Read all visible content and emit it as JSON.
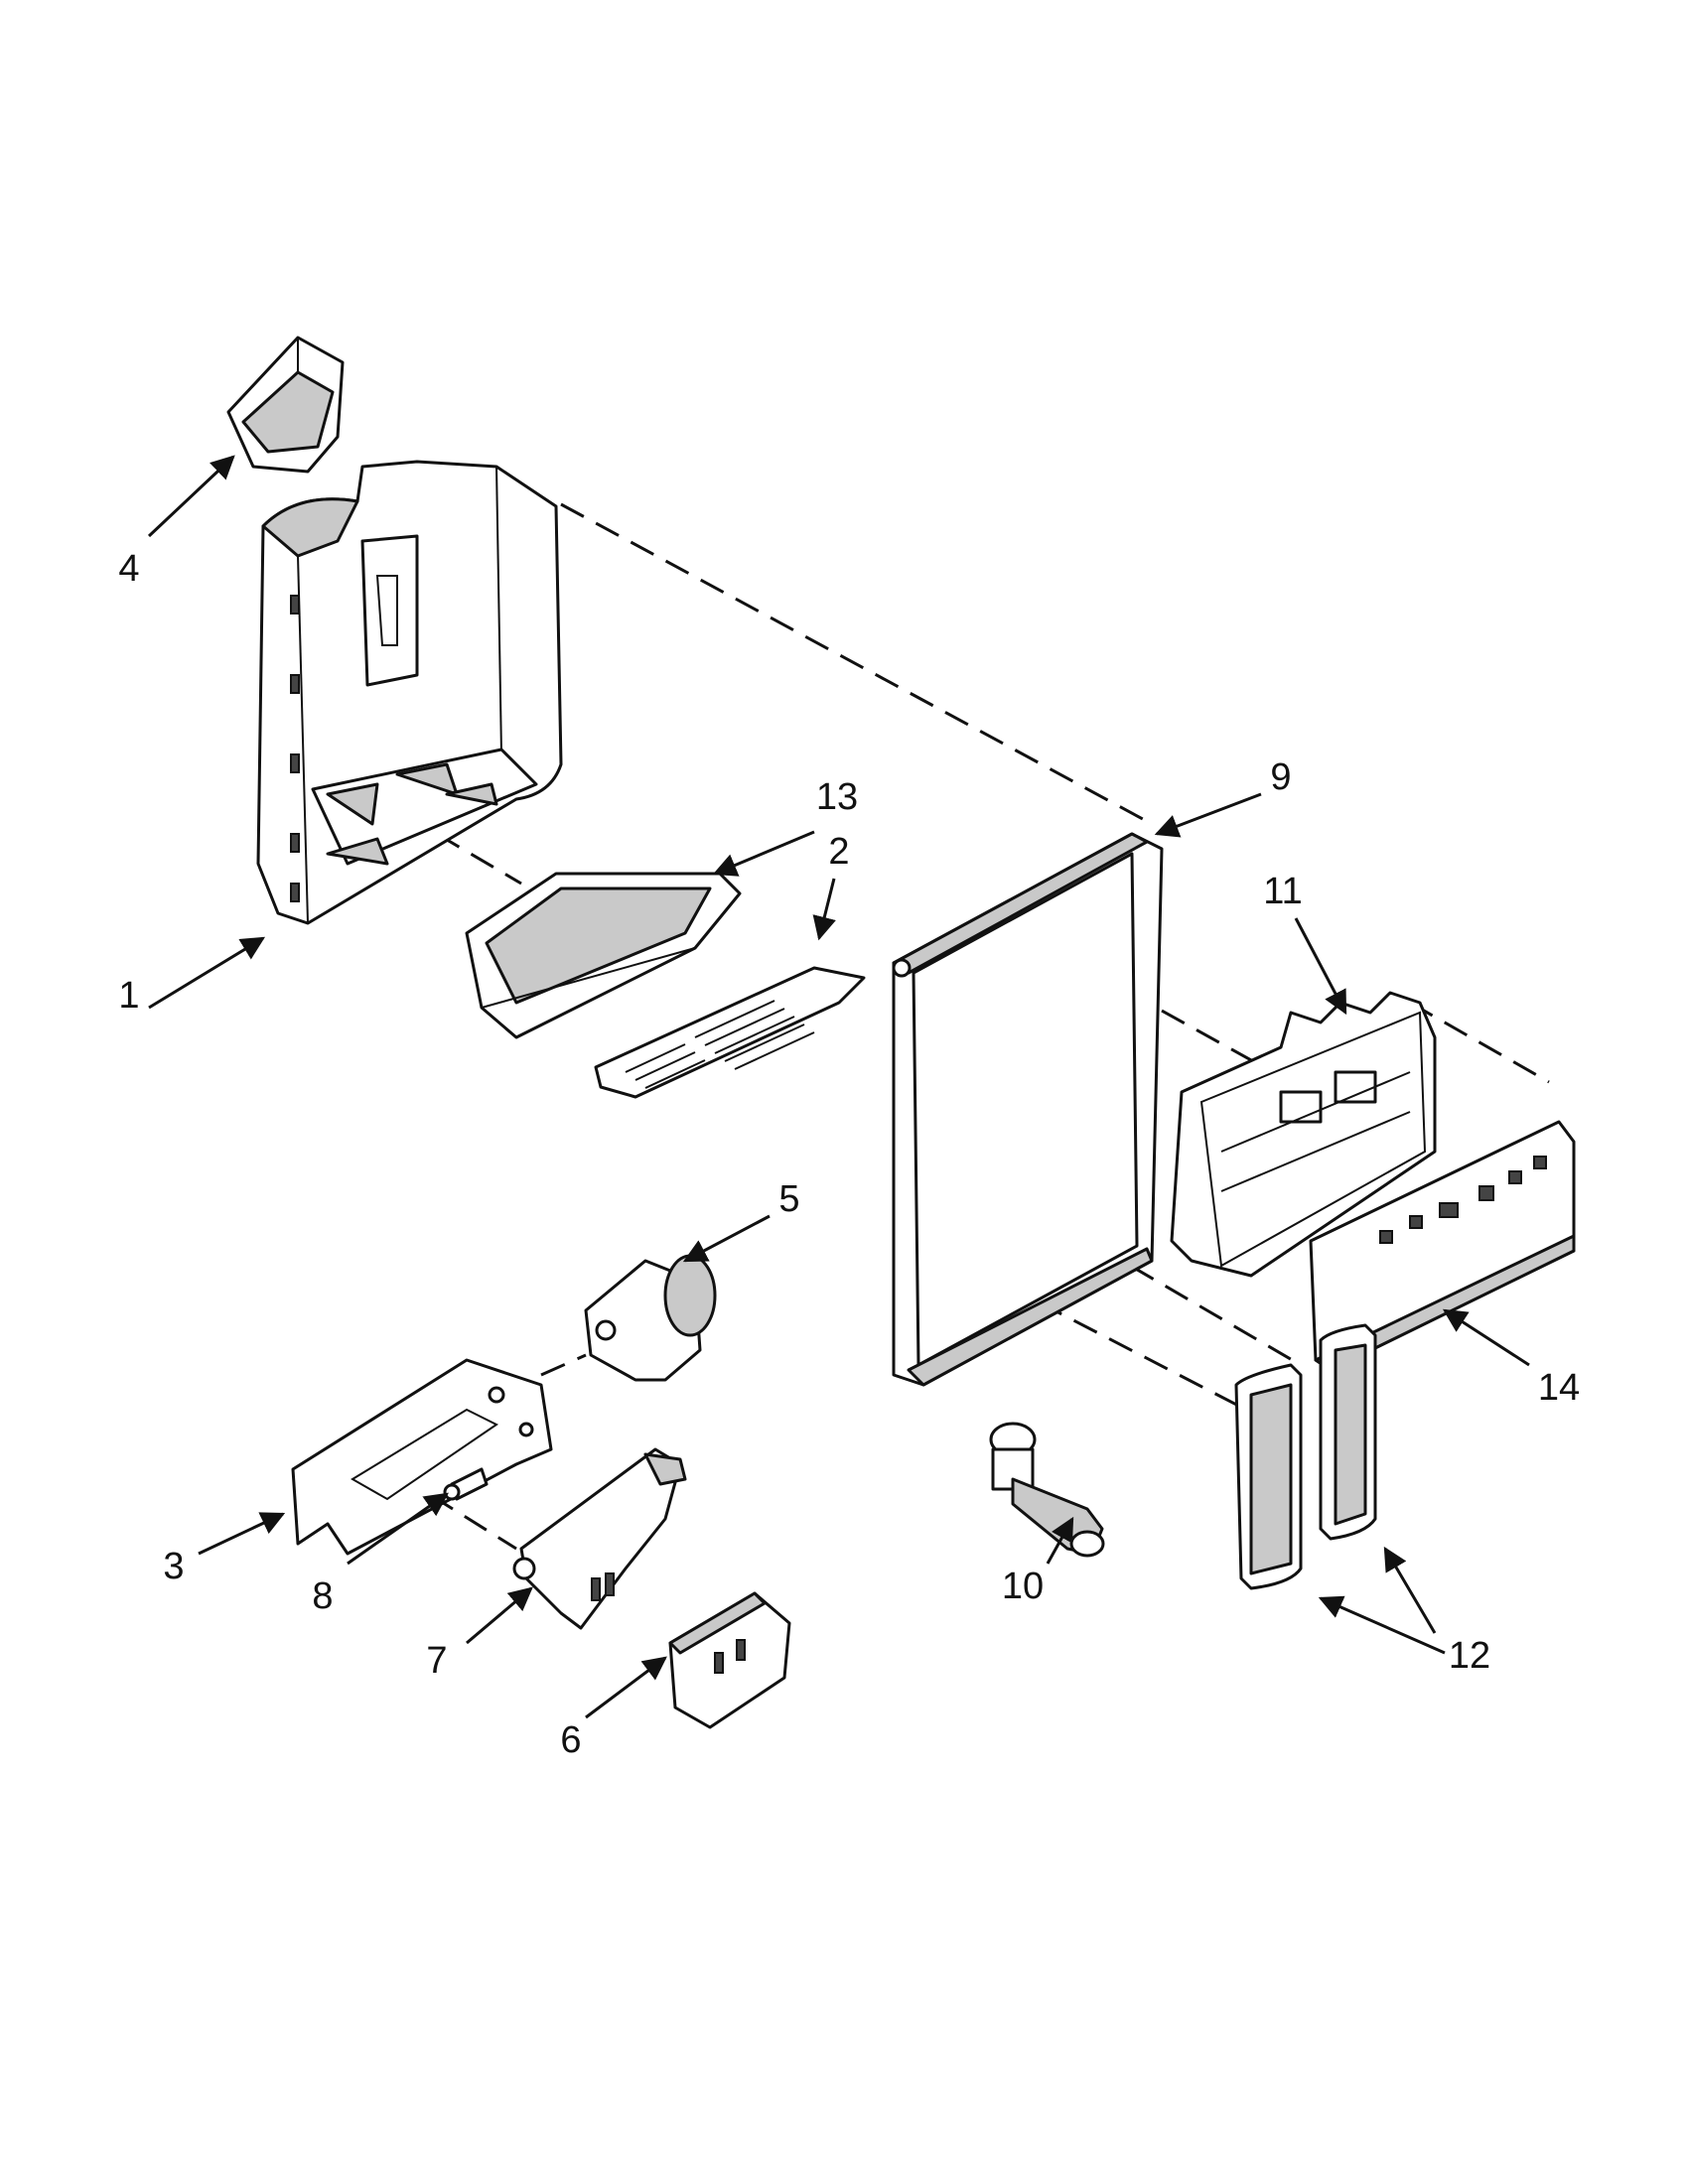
{
  "callouts": {
    "c1": "1",
    "c2": "2",
    "c3": "3",
    "c4": "4",
    "c5": "5",
    "c6": "6",
    "c7": "7",
    "c8": "8",
    "c9": "9",
    "c10": "10",
    "c11": "11",
    "c12": "12",
    "c13": "13",
    "c14": "14"
  },
  "line_color": "#111111",
  "background": "#ffffff"
}
